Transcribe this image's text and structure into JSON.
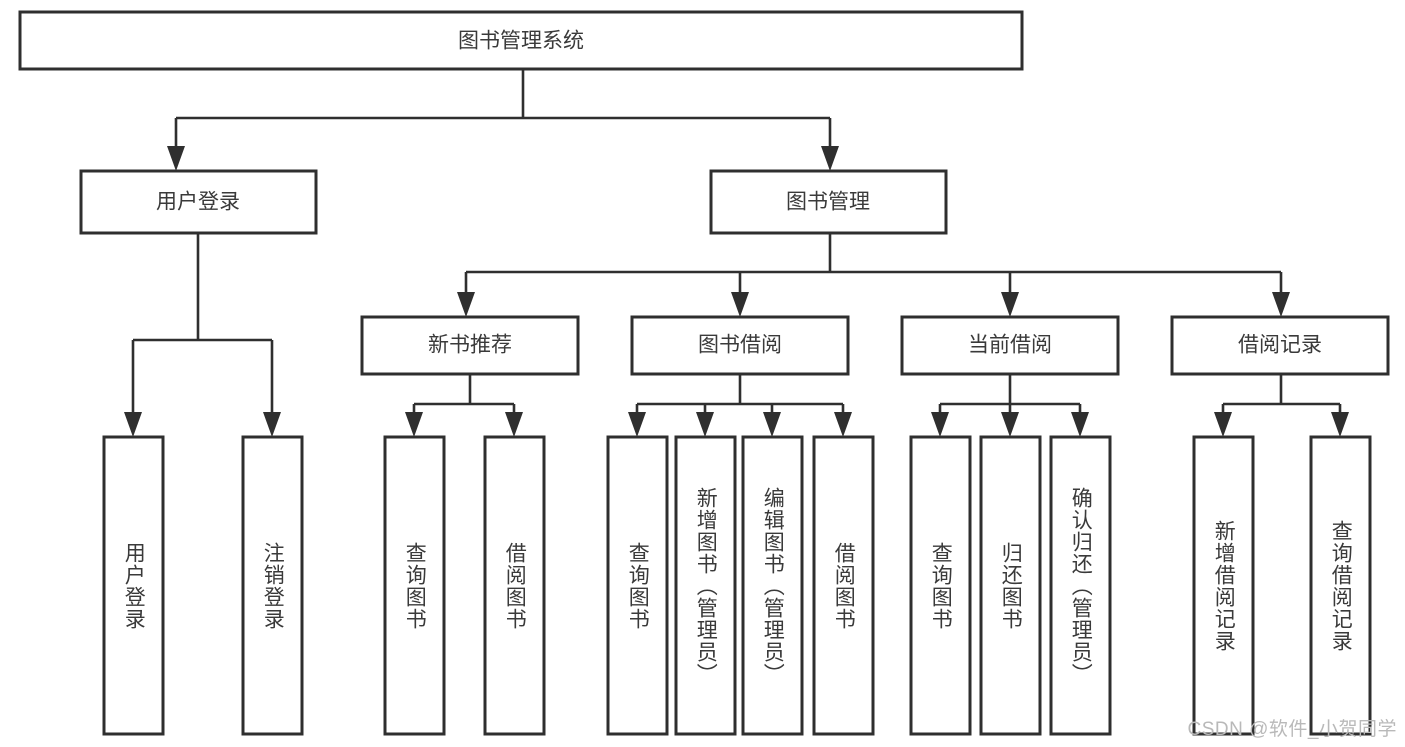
{
  "diagram": {
    "title": "图书管理系统",
    "type": "tree-hierarchy-diagram",
    "root": {
      "id": "root",
      "label": "图书管理系统",
      "orientation": "horizontal"
    },
    "level2": [
      {
        "id": "user-login",
        "label": "用户登录",
        "orientation": "horizontal"
      },
      {
        "id": "book-management",
        "label": "图书管理",
        "orientation": "horizontal"
      }
    ],
    "level3": [
      {
        "id": "new-book-recommend",
        "label": "新书推荐",
        "parent": "book-management",
        "orientation": "horizontal"
      },
      {
        "id": "book-borrow",
        "label": "图书借阅",
        "parent": "book-management",
        "orientation": "horizontal"
      },
      {
        "id": "current-borrow",
        "label": "当前借阅",
        "parent": "book-management",
        "orientation": "horizontal"
      },
      {
        "id": "borrow-record",
        "label": "借阅记录",
        "parent": "book-management",
        "orientation": "horizontal"
      }
    ],
    "leaves": [
      {
        "id": "leaf-user-login",
        "label": "用户登录",
        "parent": "user-login",
        "orientation": "vertical"
      },
      {
        "id": "leaf-user-logout",
        "label": "注销登录",
        "parent": "user-login",
        "orientation": "vertical"
      },
      {
        "id": "leaf-query-book-1",
        "label": "查询图书",
        "parent": "new-book-recommend",
        "orientation": "vertical"
      },
      {
        "id": "leaf-borrow-book-1",
        "label": "借阅图书",
        "parent": "new-book-recommend",
        "orientation": "vertical"
      },
      {
        "id": "leaf-query-book-2",
        "label": "查询图书",
        "parent": "book-borrow",
        "orientation": "vertical"
      },
      {
        "id": "leaf-add-book",
        "label": "新增图书（管理员）",
        "parent": "book-borrow",
        "orientation": "vertical"
      },
      {
        "id": "leaf-edit-book",
        "label": "编辑图书（管理员）",
        "parent": "book-borrow",
        "orientation": "vertical"
      },
      {
        "id": "leaf-borrow-book-2",
        "label": "借阅图书",
        "parent": "book-borrow",
        "orientation": "vertical"
      },
      {
        "id": "leaf-query-book-3",
        "label": "查询图书",
        "parent": "current-borrow",
        "orientation": "vertical"
      },
      {
        "id": "leaf-return-book",
        "label": "归还图书",
        "parent": "current-borrow",
        "orientation": "vertical"
      },
      {
        "id": "leaf-confirm-return",
        "label": "确认归还（管理员）",
        "parent": "current-borrow",
        "orientation": "vertical"
      },
      {
        "id": "leaf-add-record",
        "label": "新增借阅记录",
        "parent": "borrow-record",
        "orientation": "vertical"
      },
      {
        "id": "leaf-query-record",
        "label": "查询借阅记录",
        "parent": "borrow-record",
        "orientation": "vertical"
      }
    ]
  },
  "watermark": {
    "text": "CSDN @软件_小贺同学"
  },
  "colors": {
    "stroke": "#2f2f2f",
    "box_fill": "#ffffff",
    "text": "#3a3a3a",
    "background": "#ffffff",
    "watermark": "#b9b9b9"
  }
}
